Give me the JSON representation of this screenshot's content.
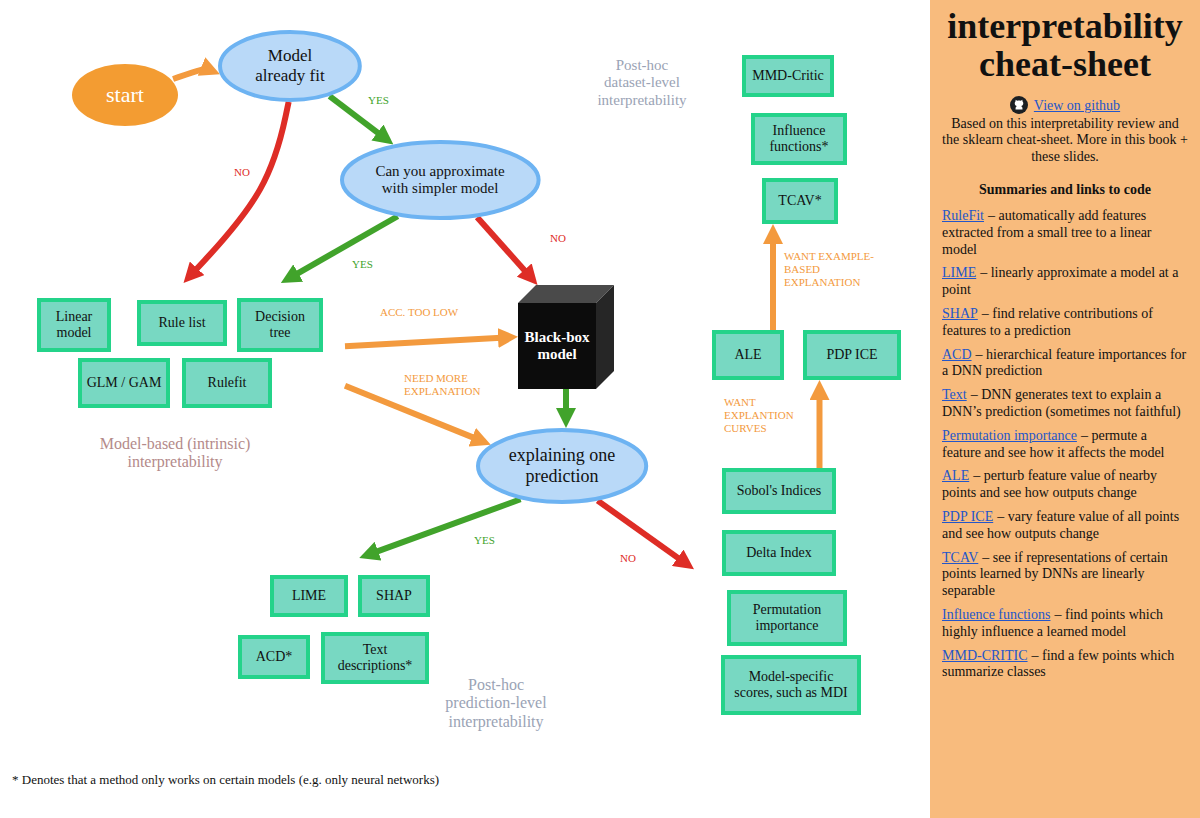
{
  "diagram": {
    "title": "interpretability cheat-sheet",
    "nodes": [
      {
        "text": [
          "start"
        ]
      },
      {
        "text": [
          "Model already fit"
        ]
      },
      {
        "text": [
          "Can you approximate with simpler model"
        ]
      },
      {
        "text": [
          "Model-based (intrinsic) interpretability"
        ]
      },
      {
        "text": [
          "Linear model"
        ],
        "in": 3
      },
      {
        "text": [
          "Rule list"
        ],
        "in": 3
      },
      {
        "text": [
          "Decision tree"
        ],
        "in": 3
      },
      {
        "text": [
          "GLM / GAM"
        ],
        "in": 3
      },
      {
        "text": [
          "Rulefit"
        ],
        "in": 3
      },
      {
        "text": [
          "Black-box model"
        ]
      },
      {
        "text": [
          "explaining one prediction"
        ]
      },
      {
        "text": [
          "Post-hoc prediction-level interpretability"
        ]
      },
      {
        "text": [
          "LIME"
        ],
        "in": 11
      },
      {
        "text": [
          "SHAP"
        ],
        "in": 11
      },
      {
        "text": [
          "ACD*"
        ],
        "in": 11
      },
      {
        "text": [
          "Text descriptions*"
        ],
        "in": 11
      },
      {
        "text": [
          "Post-hoc dataset-level interpretability"
        ]
      },
      {
        "text": [
          "MMD-Critic"
        ],
        "in": 16
      },
      {
        "text": [
          "Influence functions*"
        ],
        "in": 16
      },
      {
        "text": [
          "TCAV*"
        ],
        "in": 16
      },
      {
        "text": [
          "ALE"
        ],
        "in": 16
      },
      {
        "text": [
          "PDP ICE"
        ],
        "in": 16
      },
      {
        "text": [
          "Sobol's Indices"
        ],
        "in": 16
      },
      {
        "text": [
          "Delta Index"
        ],
        "in": 16
      },
      {
        "text": [
          "Permutation importance"
        ],
        "in": 16
      },
      {
        "text": [
          "Model-specific scores, such as MDI"
        ],
        "in": 16
      }
    ],
    "edges": [
      {
        "from": 0,
        "to": 1,
        "arrow": "to"
      },
      {
        "from": 1,
        "to": 2,
        "arrow": "to",
        "label": "YES"
      },
      {
        "from": 1,
        "to": 3,
        "arrow": "to",
        "label": "NO"
      },
      {
        "from": 2,
        "to": 3,
        "arrow": "to",
        "label": "YES"
      },
      {
        "from": 2,
        "to": 9,
        "arrow": "to",
        "label": "NO"
      },
      {
        "from": 3,
        "to": 9,
        "arrow": "to",
        "label": "ACC. TOO LOW"
      },
      {
        "from": 3,
        "to": 10,
        "arrow": "to",
        "label": "NEED MORE EXPLANATION"
      },
      {
        "from": 9,
        "to": 10,
        "arrow": "to"
      },
      {
        "from": 10,
        "to": 11,
        "arrow": "to",
        "label": "YES"
      },
      {
        "from": 10,
        "to": 16,
        "arrow": "to",
        "label": "NO"
      },
      {
        "from": 20,
        "to": 19,
        "arrow": "to",
        "label": "WANT EXAMPLE-BASED EXPLANATION"
      },
      {
        "from": 22,
        "to": 21,
        "arrow": "to",
        "label": "WANT EXPLANTION CURVES"
      }
    ],
    "labels": [
      "* Denotes that a method only works on certain models (e.g. only neural networks)",
      "View on github",
      "Based on this interpretability review and the sklearn cheat-sheet. More in this book + these slides.",
      "Summaries and links to code",
      "RuleFit",
      "– automatically add features extracted from a small tree to a linear model",
      "LIME",
      "– linearly approximate a model at a point",
      "SHAP",
      "– find relative contributions of features to a prediction",
      "ACD",
      "– hierarchical feature importances for a DNN prediction",
      "Text",
      "– DNN generates text to explain a DNN’s prediction (sometimes not faithful)",
      "Permutation importance",
      "– permute a feature and see how it affects the model",
      "ALE",
      "– perturb feature value of nearby points and see how outputs change",
      "PDP ICE",
      "– vary feature value of all points and see how outputs change",
      "TCAV",
      "– see if representations of certain points learned by DNNs are linearly separable",
      "Influence functions",
      "– find points which highly influence a learned model",
      "MMD-CRITIC",
      "– find a few points which summarize classes"
    ]
  }
}
